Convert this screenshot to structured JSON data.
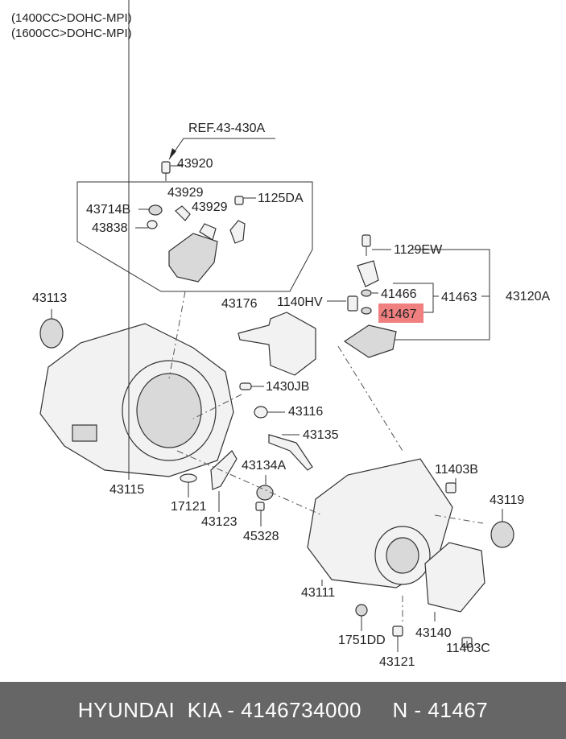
{
  "header": {
    "line1": "(1400CC>DOHC-MPI)",
    "line2": "(1600CC>DOHC-MPI)"
  },
  "labels": {
    "ref": "REF.43-430A",
    "p43920": "43920",
    "p43929a": "43929",
    "p1125DA": "1125DA",
    "p43714B": "43714B",
    "p43929b": "43929",
    "p43838": "43838",
    "p1129EW": "1129EW",
    "p43113": "43113",
    "p43176": "43176",
    "p1140HV": "1140HV",
    "p41466": "41466",
    "p41463": "41463",
    "p43120A": "43120A",
    "p41467": "41467",
    "p1430JB": "1430JB",
    "p43116": "43116",
    "p43135": "43135",
    "p43134A": "43134A",
    "p11403B": "11403B",
    "p43115": "43115",
    "p43119": "43119",
    "p17121": "17121",
    "p43123": "43123",
    "p45328": "45328",
    "p43111": "43111",
    "p43140": "43140",
    "p1751DD": "1751DD",
    "p11403C": "11403C",
    "p43121": "43121"
  },
  "highlight_color": "#f08080",
  "footer": {
    "brand": "HYUNDAI  KIA - 4146734000",
    "part": "N - 41467"
  }
}
